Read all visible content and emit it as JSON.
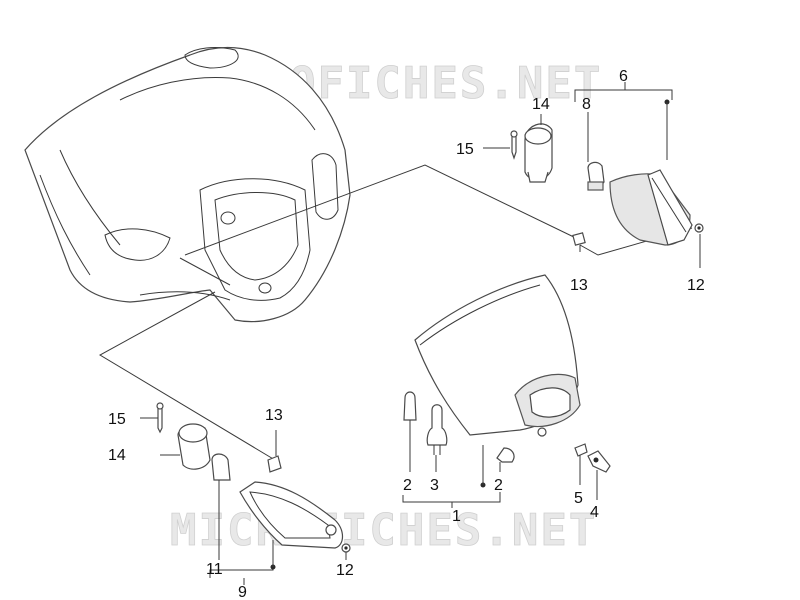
{
  "watermarks": [
    "MICROFICHES.NET",
    "MICROFICHES.NET"
  ],
  "callouts": {
    "c1": "1",
    "c2a": "2",
    "c2b": "2",
    "c3": "3",
    "c4": "4",
    "c5": "5",
    "c6": "6",
    "c8": "8",
    "c9": "9",
    "c11": "11",
    "c12a": "12",
    "c12b": "12",
    "c13a": "13",
    "c13b": "13",
    "c14a": "14",
    "c14b": "14",
    "c15a": "15",
    "c15b": "15"
  }
}
